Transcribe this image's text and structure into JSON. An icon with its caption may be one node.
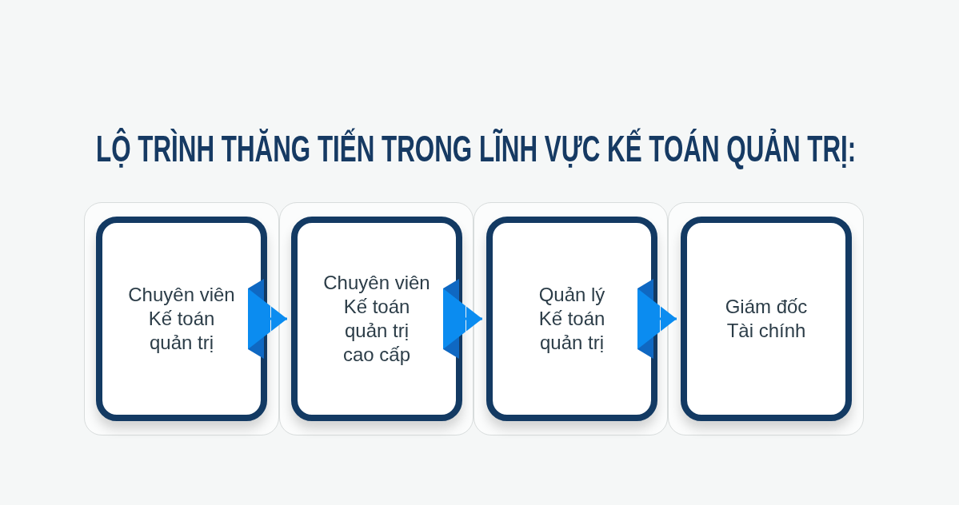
{
  "diagram": {
    "title": "LỘ TRÌNH THĂNG TIẾN TRONG LĨNH VỰC KẾ TOÁN QUẢN TRỊ:",
    "nodes": [
      {
        "text": [
          "Chuyên viên Kế toán quản trị"
        ]
      },
      {
        "text": [
          "Chuyên viên Kế toán quản trị cao cấp"
        ]
      },
      {
        "text": [
          "Quản lý Kế toán quản trị"
        ]
      },
      {
        "text": [
          "Giám đốc Tài chính"
        ]
      }
    ],
    "edges": [
      {
        "from": 0,
        "to": 1,
        "arrow": "to"
      },
      {
        "from": 1,
        "to": 2,
        "arrow": "to"
      },
      {
        "from": 2,
        "to": 3,
        "arrow": "to"
      }
    ]
  }
}
